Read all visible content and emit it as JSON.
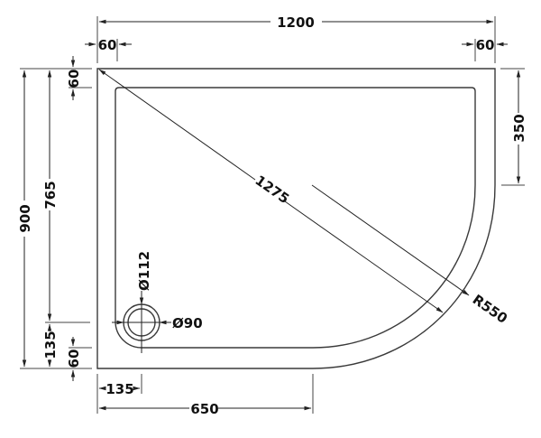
{
  "drawing": {
    "title": "Quadrant shower tray technical drawing (left hand)",
    "units": "mm",
    "colors": {
      "line": "#3a3a3a",
      "text": "#111111",
      "background": "#ffffff"
    }
  },
  "dimensions": {
    "overall_width": "1200",
    "overall_depth": "900",
    "top_left_rim": "60",
    "top_right_rim": "60",
    "left_top_rim": "60",
    "left_bottom_rim": "60",
    "inner_depth_to_waste": "765",
    "waste_offset_vertical": "135",
    "waste_offset_horizontal": "135",
    "straight_run_bottom": "650",
    "straight_run_right": "350",
    "diagonal": "1275",
    "radius": "R550",
    "waste_outer_diameter": "Ø112",
    "waste_inner_diameter": "Ø90"
  }
}
